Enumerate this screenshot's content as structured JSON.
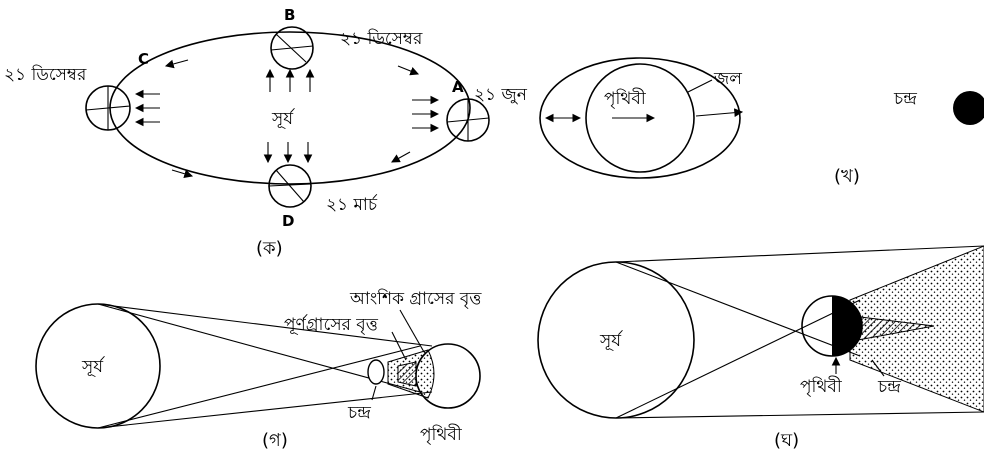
{
  "panel_k": {
    "caption": "(ক)",
    "sun_label": "সূর্য",
    "label_left_dec": "২১ ডিসেম্বর",
    "label_top_dec": "২১ ডিসেম্বর",
    "label_june": "২১ জুন",
    "label_march": "২১ মার্চ",
    "point_a": "A",
    "point_b": "B",
    "point_c": "C",
    "point_d": "D"
  },
  "panel_kh": {
    "caption": "(খ)",
    "earth_label": "পৃথিবী",
    "water_label": "জল",
    "moon_label": "চন্দ্র"
  },
  "panel_g": {
    "caption": "(গ)",
    "sun_label": "সূর্য",
    "moon_label": "চন্দ্র",
    "earth_label": "পৃথিবী",
    "total_circle_label": "পূর্ণগ্রাসের বৃত্ত",
    "partial_circle_label": "আংশিক গ্রাসের বৃত্ত"
  },
  "panel_gh": {
    "caption": "(ঘ)",
    "sun_label": "সূর্য",
    "earth_label": "পৃথিবী",
    "moon_label": "চন্দ্র"
  }
}
